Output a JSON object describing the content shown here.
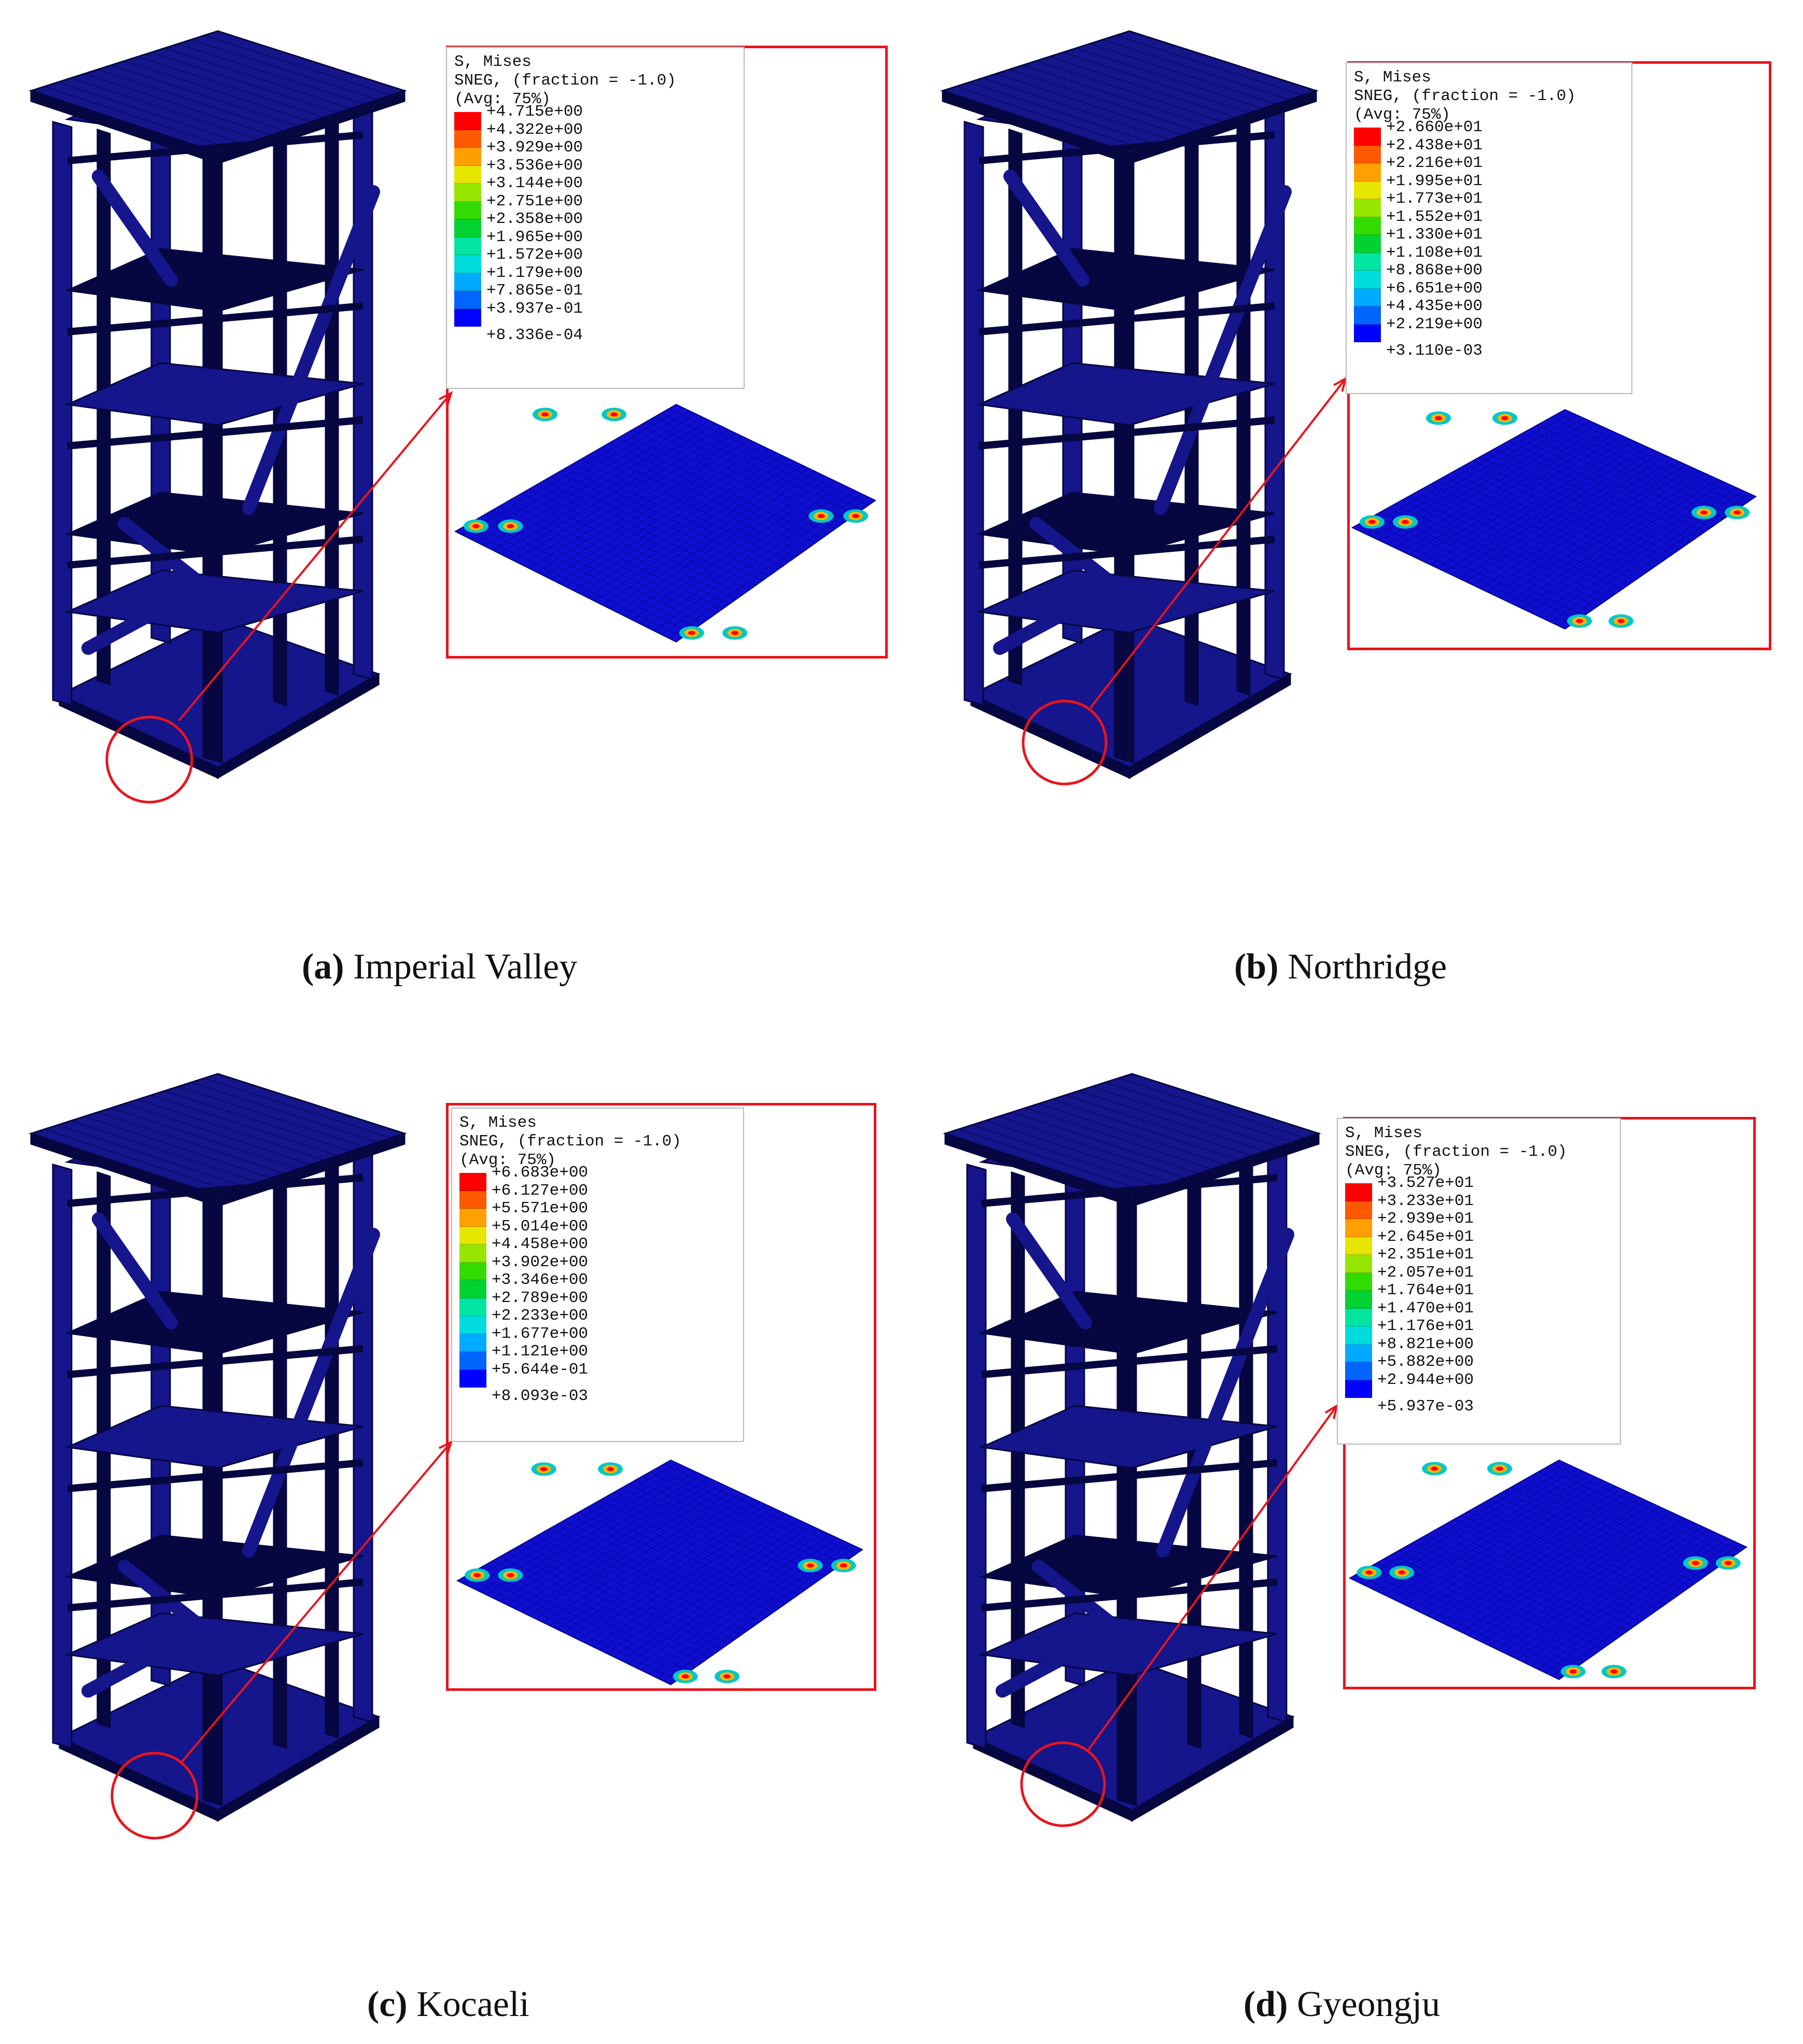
{
  "colors": {
    "structure": "#15158c",
    "structure_dark": "#060640",
    "mesh": "#0a0a5e",
    "highlight": "#e8141c",
    "legend_scale": [
      "#ff0000",
      "#ff5a00",
      "#ffa000",
      "#e6e600",
      "#96e600",
      "#32dc00",
      "#00d232",
      "#00e6a0",
      "#00dcdc",
      "#00aaff",
      "#0064ff",
      "#0000ff"
    ]
  },
  "panels": [
    {
      "id": "a",
      "caption_letter": "(a)",
      "caption_name": "Imperial Valley",
      "legend": {
        "line1": "S, Mises",
        "line2": "SNEG, (fraction = -1.0)",
        "line3": "(Avg: 75%)",
        "values": [
          "+4.715e+00",
          "+4.322e+00",
          "+3.929e+00",
          "+3.536e+00",
          "+3.144e+00",
          "+2.751e+00",
          "+2.358e+00",
          "+1.965e+00",
          "+1.572e+00",
          "+1.179e+00",
          "+7.865e-01",
          "+3.937e-01",
          "+8.336e-04"
        ]
      }
    },
    {
      "id": "b",
      "caption_letter": "(b)",
      "caption_name": "Northridge",
      "legend": {
        "line1": "S, Mises",
        "line2": "SNEG, (fraction = -1.0)",
        "line3": "(Avg: 75%)",
        "values": [
          "+2.660e+01",
          "+2.438e+01",
          "+2.216e+01",
          "+1.995e+01",
          "+1.773e+01",
          "+1.552e+01",
          "+1.330e+01",
          "+1.108e+01",
          "+8.868e+00",
          "+6.651e+00",
          "+4.435e+00",
          "+2.219e+00",
          "+3.110e-03"
        ]
      }
    },
    {
      "id": "c",
      "caption_letter": "(c)",
      "caption_name": "Kocaeli",
      "legend": {
        "line1": "S, Mises",
        "line2": "SNEG, (fraction = -1.0)",
        "line3": "(Avg: 75%)",
        "values": [
          "+6.683e+00",
          "+6.127e+00",
          "+5.571e+00",
          "+5.014e+00",
          "+4.458e+00",
          "+3.902e+00",
          "+3.346e+00",
          "+2.789e+00",
          "+2.233e+00",
          "+1.677e+00",
          "+1.121e+00",
          "+5.644e-01",
          "+8.093e-03"
        ]
      }
    },
    {
      "id": "d",
      "caption_letter": "(d)",
      "caption_name": "Gyeongju",
      "legend": {
        "line1": "S, Mises",
        "line2": "SNEG, (fraction = -1.0)",
        "line3": "(Avg: 75%)",
        "values": [
          "+3.527e+01",
          "+3.233e+01",
          "+2.939e+01",
          "+2.645e+01",
          "+2.351e+01",
          "+2.057e+01",
          "+1.764e+01",
          "+1.470e+01",
          "+1.176e+01",
          "+8.821e+00",
          "+5.882e+00",
          "+2.944e+00",
          "+5.937e-03"
        ]
      }
    }
  ]
}
